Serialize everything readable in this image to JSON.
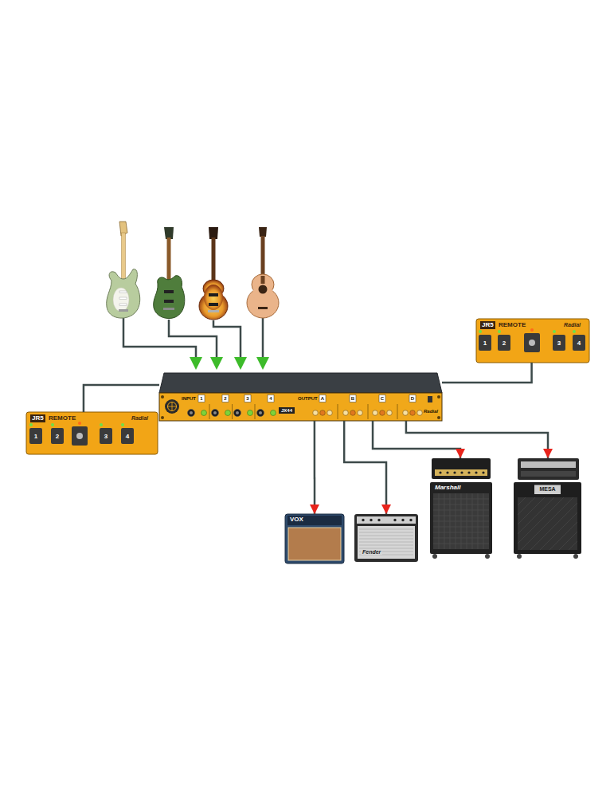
{
  "diagram": {
    "nodes": [
      {
        "text": [
          "JR5",
          "REMOTE",
          "Radial",
          "1",
          "2",
          "3",
          "4"
        ]
      },
      {
        "text": [
          "INPUT",
          "1",
          "2",
          "3",
          "4",
          "OUTPUT",
          "A",
          "B",
          "C",
          "D",
          "JX44",
          "Radial"
        ]
      },
      {
        "text": [
          "JR5",
          "REMOTE",
          "Radial",
          "1",
          "2",
          "3",
          "4"
        ]
      },
      {
        "text": [
          "VOX"
        ]
      },
      {
        "text": [
          "Fender"
        ]
      },
      {
        "text": [
          "Marshall"
        ]
      },
      {
        "text": [
          "MESA"
        ]
      }
    ],
    "edges": [
      {
        "from": 1,
        "to": 0,
        "arrow": "none"
      },
      {
        "from": 1,
        "to": 2,
        "arrow": "none"
      },
      {
        "from": 1,
        "to": 3,
        "arrow": "to"
      },
      {
        "from": 1,
        "to": 4,
        "arrow": "to"
      },
      {
        "from": 1,
        "to": 5,
        "arrow": "to"
      },
      {
        "from": 1,
        "to": 6,
        "arrow": "to"
      }
    ]
  }
}
